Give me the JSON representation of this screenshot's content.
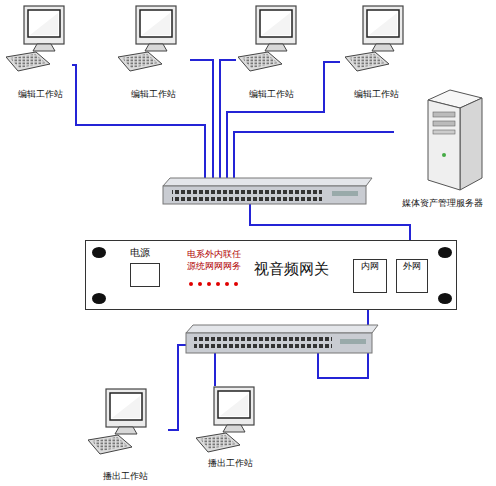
{
  "diagram": {
    "nodes": [
      {
        "text": [
          "编辑工作站"
        ]
      },
      {
        "text": [
          "编辑工作站"
        ]
      },
      {
        "text": [
          "编辑工作站"
        ]
      },
      {
        "text": [
          "编辑工作站"
        ]
      },
      {
        "text": [
          "媒体资产管理服务器"
        ]
      },
      {
        "text": [
          "视音频网关"
        ]
      },
      {
        "text": [
          "电源"
        ],
        "in": 5
      },
      {
        "text": [
          "内网"
        ],
        "in": 5
      },
      {
        "text": [
          "外网"
        ],
        "in": 5
      },
      {
        "text": [
          "播出工作站"
        ]
      },
      {
        "text": [
          "播出工作站"
        ]
      }
    ],
    "edges": [
      {
        "from": 0,
        "to": 8,
        "arrow": "none"
      },
      {
        "from": 1,
        "to": 8,
        "arrow": "none"
      },
      {
        "from": 2,
        "to": 8,
        "arrow": "none"
      },
      {
        "from": 3,
        "to": 8,
        "arrow": "none"
      },
      {
        "from": 4,
        "to": 8,
        "arrow": "none"
      },
      {
        "from": 7,
        "to": 9,
        "arrow": "none"
      },
      {
        "from": 7,
        "to": 10,
        "arrow": "none"
      }
    ],
    "labels": [
      "电系外内联任",
      "源统网网网务"
    ]
  }
}
